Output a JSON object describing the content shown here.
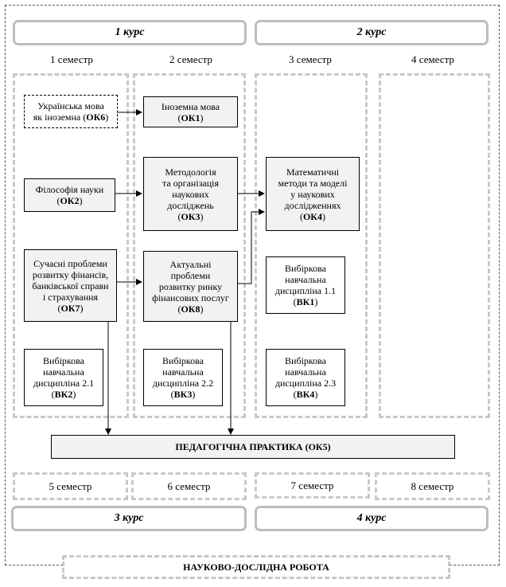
{
  "courses": {
    "c1": "1 курс",
    "c2": "2 курс",
    "c3": "3 курс",
    "c4": "4 курс"
  },
  "semesters": {
    "s1": "1 семестр",
    "s2": "2 семестр",
    "s3": "3 семестр",
    "s4": "4 семестр",
    "s5": "5 семестр",
    "s6": "6 семестр",
    "s7": "7 семестр",
    "s8": "8 семестр"
  },
  "disciplines": {
    "ok6": {
      "lines": [
        "Українська мова",
        "як іноземна ("
      ],
      "code": "ОК6",
      "tail": ")"
    },
    "ok1": {
      "line": "Іноземна мова",
      "code": "ОК1"
    },
    "ok2": {
      "line": "Філософія науки",
      "code": "ОК2"
    },
    "ok3": {
      "lines": [
        "Методологія",
        "та організація",
        "наукових",
        "досліджень"
      ],
      "code": "ОК3"
    },
    "ok4": {
      "lines": [
        "Математичні",
        "методи та моделі",
        "у наукових",
        "дослідженнях"
      ],
      "code": "ОК4"
    },
    "ok7": {
      "lines": [
        "Сучасні проблеми",
        "розвитку фінансів,",
        "банківської справи",
        "і страхування"
      ],
      "code": "ОК7"
    },
    "ok8": {
      "lines": [
        "Актуальні",
        "проблеми",
        "розвитку ринку",
        "фінансових послуг"
      ],
      "code": "ОК8"
    },
    "vk1": {
      "lines": [
        "Вибіркова",
        "навчальна",
        "дисципліна 1.1"
      ],
      "code": "ВК1"
    },
    "vk2": {
      "lines": [
        "Вибіркова",
        "навчальна",
        "дисципліна 2.1"
      ],
      "code": "ВК2"
    },
    "vk3": {
      "lines": [
        "Вибіркова",
        "навчальна",
        "дисципліна 2.2"
      ],
      "code": "ВК3"
    },
    "vk4": {
      "lines": [
        "Вибіркова",
        "навчальна",
        "дисципліна 2.3"
      ],
      "code": "ВК4"
    }
  },
  "practice": "ПЕДАГОГІЧНА ПРАКТИКА (ОК5)",
  "research": "НАУКОВО-ДОСЛІДНА РОБОТА"
}
